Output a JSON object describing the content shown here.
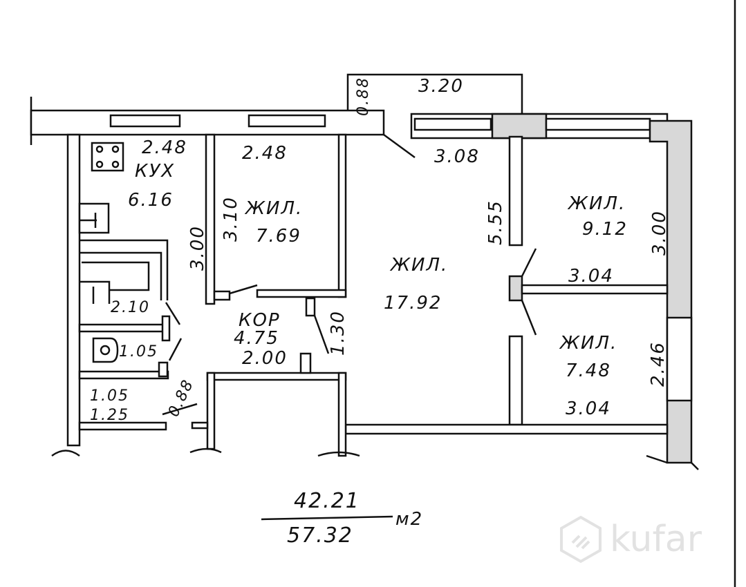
{
  "plan": {
    "balcony": {
      "width": "3.20",
      "depth": "0.88"
    },
    "kitchen": {
      "name": "КУХ",
      "area": "6.16",
      "width": "2.48",
      "length": "3.00"
    },
    "bedroom_small": {
      "name": "ЖИЛ.",
      "area": "7.69",
      "width": "2.48",
      "length": "3.10"
    },
    "living_room": {
      "name": "ЖИЛ.",
      "area": "17.92",
      "width": "3.08",
      "length": "5.55"
    },
    "bedroom_right_top": {
      "name": "ЖИЛ.",
      "area": "9.12",
      "width": "3.04",
      "length": "3.00"
    },
    "bedroom_right_bottom": {
      "name": "ЖИЛ.",
      "area": "7.48",
      "width": "3.04",
      "length": "2.46"
    },
    "corridor": {
      "name": "КОР",
      "area": "4.75",
      "width": "2.00",
      "length": "1.30"
    },
    "bathroom": {
      "width": "2.10",
      "area": "1.05"
    },
    "toilet": {
      "area": "1.05",
      "length": "1.25",
      "width": "0.88"
    },
    "totals": {
      "living_area": "42.21",
      "total_area": "57.32",
      "unit": "м2"
    }
  },
  "watermark": {
    "brand": "kufar"
  }
}
